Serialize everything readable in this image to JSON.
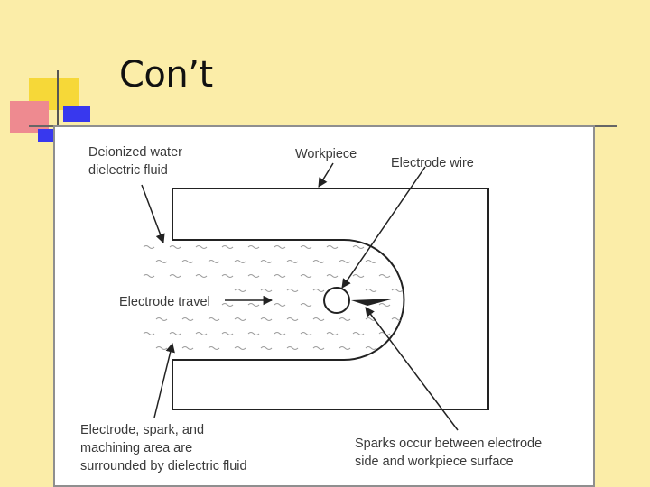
{
  "slide": {
    "title": "Con’t",
    "colors": {
      "background": "#fbeda8",
      "deco_yellow": "#f6d838",
      "deco_red": "#ee8a90",
      "deco_blue": "#3838ee",
      "rule": "#666666"
    }
  },
  "diagram": {
    "labels": {
      "deionized_line1": "Deionized water",
      "deionized_line2": "dielectric fluid",
      "workpiece": "Workpiece",
      "electrode_wire": "Electrode wire",
      "electrode_travel": "Electrode travel",
      "surround_line1": "Electrode, spark, and",
      "surround_line2": "machining area are",
      "surround_line3": "surrounded by dielectric fluid",
      "sparks_line1": "Sparks occur between electrode",
      "sparks_line2": "side and workpiece surface"
    }
  }
}
